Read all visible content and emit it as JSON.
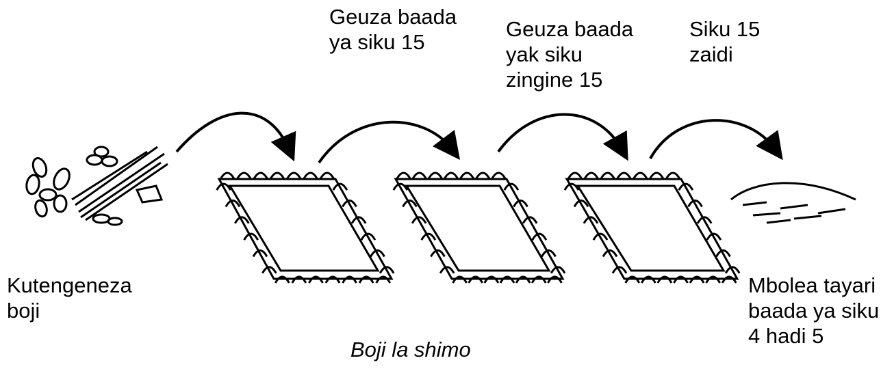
{
  "labels": {
    "step1": "Geuza baada\nya siku 15",
    "step2": "Geuza baada\nyak siku\nzingine 15",
    "step3": "Siku 15\nzaidi",
    "start": "Kutengeneza\nboji",
    "end": "Mbolea tayari\nbaada ya siku\n4 hadi 5"
  },
  "caption": "Boji la shimo",
  "colors": {
    "ink": "#000000",
    "background": "#ffffff"
  }
}
